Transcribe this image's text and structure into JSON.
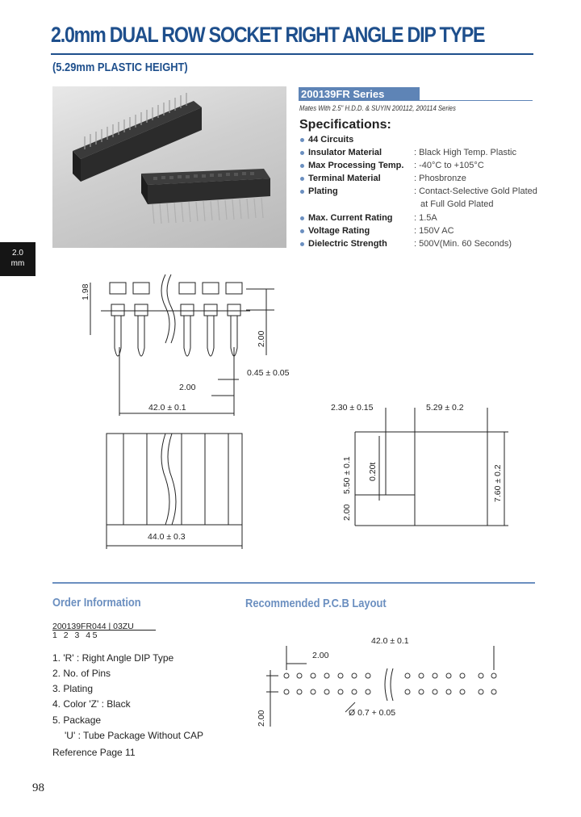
{
  "header": {
    "title": "2.0mm DUAL ROW SOCKET RIGHT ANGLE DIP TYPE",
    "subtitle": "(5.29mm PLASTIC HEIGHT)"
  },
  "series": {
    "tag": "200139FR Series",
    "mates": "Mates With 2.5\" H.D.D. & SUYIN 200112, 200114 Series"
  },
  "specifications": {
    "heading": "Specifications:",
    "rows": [
      {
        "label": "44 Circuits",
        "value": ""
      },
      {
        "label": "Insulator Material",
        "value": ": Black High Temp. Plastic"
      },
      {
        "label": "Max Processing Temp.",
        "value": ": -40°C to +105°C"
      },
      {
        "label": "Terminal Material",
        "value": ": Phosbronze"
      },
      {
        "label": "Plating",
        "value": ": Contact-Selective Gold Plated"
      },
      {
        "label": "",
        "value": "at Full Gold Plated"
      },
      {
        "label": "Max. Current Rating",
        "value": ": 1.5A"
      },
      {
        "label": "Voltage Rating",
        "value": ": 150V AC"
      },
      {
        "label": "Dielectric Strength",
        "value": ": 500V(Min. 60 Seconds)"
      }
    ]
  },
  "side_tab": {
    "line1": "2.0",
    "line2": "mm"
  },
  "dimensions": {
    "d198": "1.98",
    "d200_v": "2.00",
    "d045": "0.45 ± 0.05",
    "d200_h": "2.00",
    "d420": "42.0 ± 0.1",
    "d230": "2.30 ± 0.15",
    "d529": "5.29 ± 0.2",
    "d550": "5.50 ± 0.1",
    "d020": "0.20t",
    "d760": "7.60 ± 0.2",
    "d200_side": "2.00",
    "d440": "44.0 ± 0.3"
  },
  "order": {
    "heading": "Order Information",
    "part_number": "200139FR044 | 03ZU",
    "indices": "1  2 3   45",
    "items": [
      "1. 'R' : Right Angle DIP Type",
      "2. No. of Pins",
      "3. Plating",
      "4. Color 'Z' : Black",
      "5. Package",
      "'U' : Tube Package Without CAP",
      "Reference Page 11"
    ]
  },
  "pcb": {
    "heading": "Recommended P.C.B Layout",
    "d420": "42.0 ± 0.1",
    "d200_h": "2.00",
    "d200_v": "2.00",
    "hole": "Ø 0.7 + 0.05"
  },
  "footer": {
    "page": "98"
  },
  "colors": {
    "accent": "#1e4f8c",
    "secondary": "#6b8fc0",
    "tag": "#5e84b6"
  }
}
